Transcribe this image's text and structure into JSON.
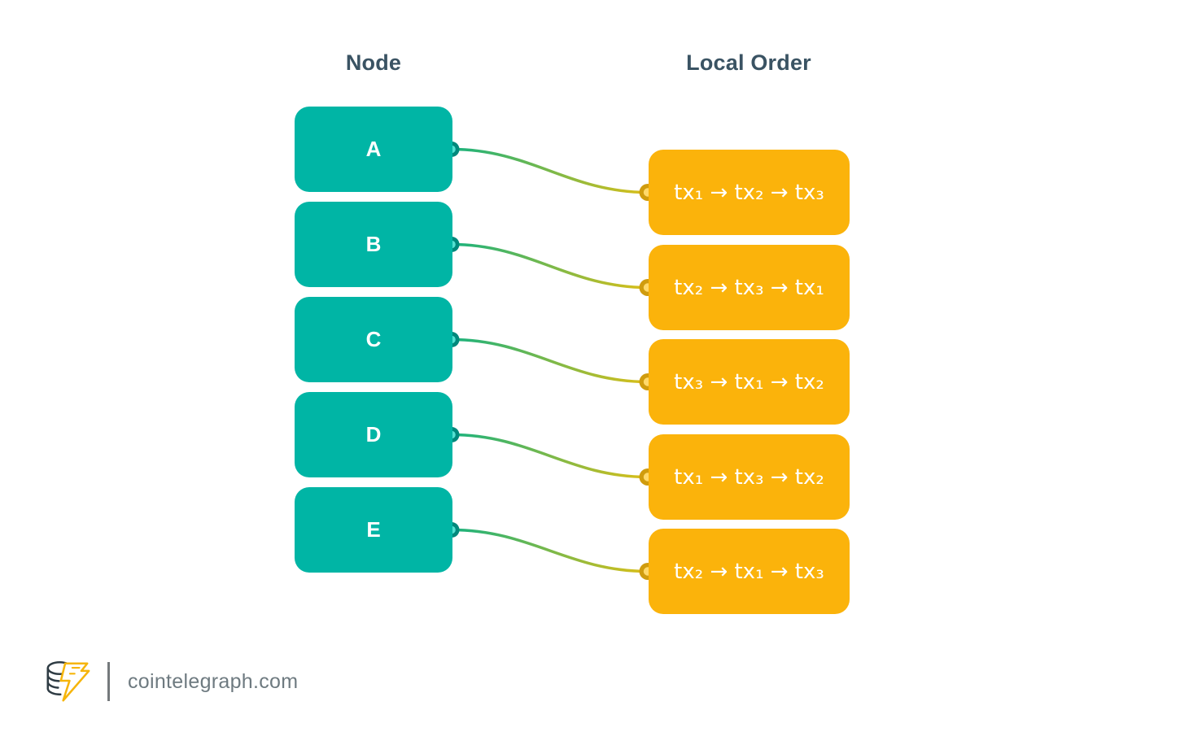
{
  "diagram": {
    "headers": {
      "left": "Node",
      "right": "Local Order"
    },
    "rows": [
      {
        "node": "A",
        "order": "tx₁ → tx₂ → tx₃"
      },
      {
        "node": "B",
        "order": "tx₂ → tx₃ → tx₁"
      },
      {
        "node": "C",
        "order": "tx₃ → tx₁ → tx₂"
      },
      {
        "node": "D",
        "order": "tx₁ → tx₃ → tx₂"
      },
      {
        "node": "E",
        "order": "tx₂ → tx₁ → tx₃"
      }
    ],
    "colors": {
      "node_fill": "#00B5A5",
      "node_dot_ring": "#00897C",
      "node_dot_center": "#54E0D1",
      "order_fill": "#FBB30B",
      "order_dot_ring": "#D09C0E",
      "order_dot_center": "#FFD96B",
      "line_start": "#18B27E",
      "line_end": "#DCBF17",
      "header_text": "#3A5363",
      "box_text": "#FFFFFF",
      "brand_text": "#6E7A80",
      "divider": "#75797C",
      "logo_outline": "#2F3C44",
      "logo_bolt": "#F6B50B"
    }
  },
  "footer": {
    "brand": "cointelegraph.com"
  }
}
